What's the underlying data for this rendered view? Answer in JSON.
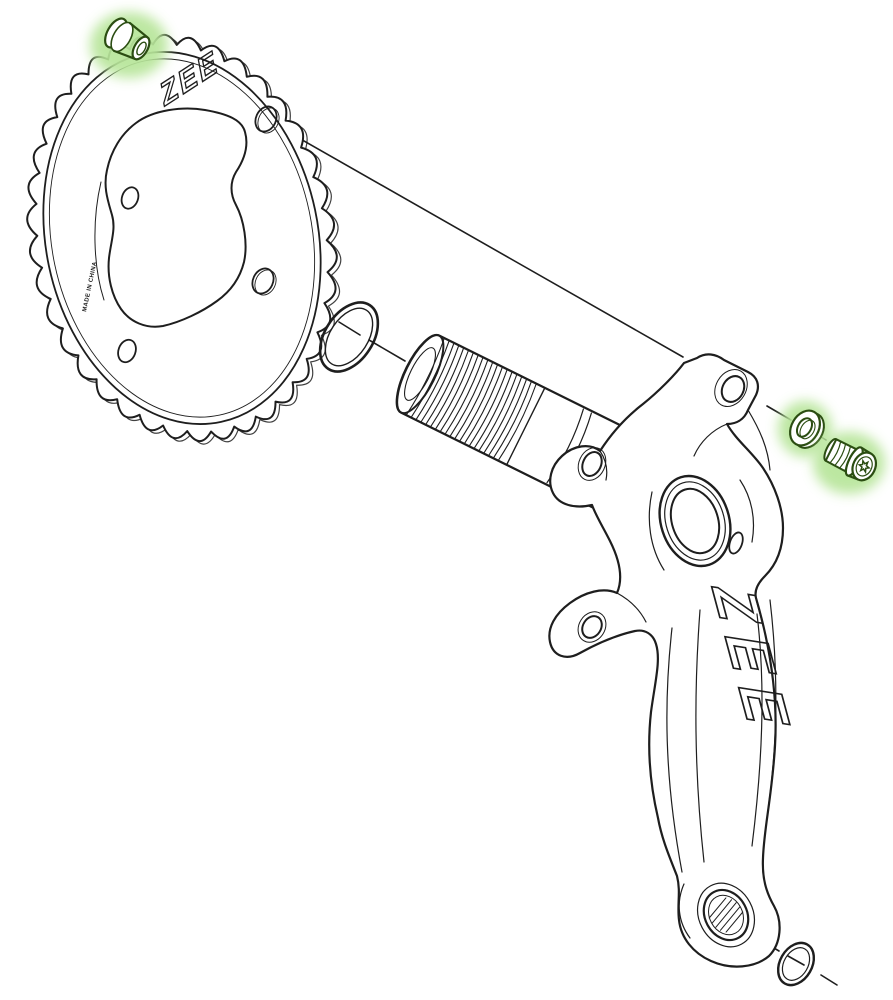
{
  "page": {
    "background": "#ffffff"
  },
  "diagram": {
    "kind": "exploded-parts-diagram",
    "labels": {
      "chainring_logo": "ZEE",
      "crank_arm_logo": "ZEE",
      "chainring_engraving": "MADE IN CHINA"
    },
    "colors": {
      "line": "#1e1e1e",
      "highlight_glow": "#b7e59a",
      "highlight_stroke": "#2b4d12",
      "background": "#ffffff"
    },
    "parts": [
      {
        "name": "crank-arm-fixing-bolt",
        "highlighted": true
      },
      {
        "name": "chainring",
        "highlighted": false
      },
      {
        "name": "o-ring-spacer",
        "highlighted": false
      },
      {
        "name": "crank-spindle-axle",
        "highlighted": false
      },
      {
        "name": "right-crank-arm",
        "highlighted": false
      },
      {
        "name": "chainring-bolt-washer",
        "highlighted": true
      },
      {
        "name": "chainring-bolt",
        "highlighted": true
      },
      {
        "name": "pedal-washer-o-ring",
        "highlighted": false
      }
    ]
  }
}
